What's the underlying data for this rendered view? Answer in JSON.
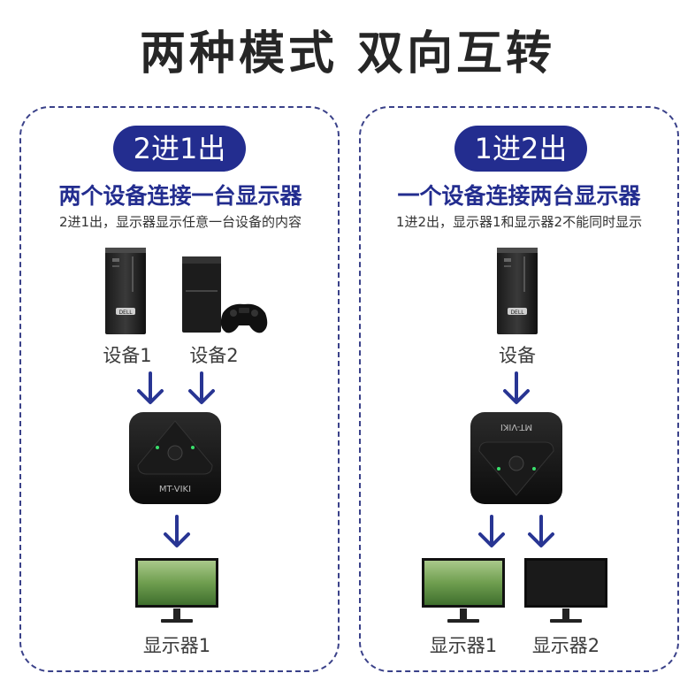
{
  "title": "两种模式 双向互转",
  "modes": [
    {
      "badge": "2进1出",
      "heading": "两个设备连接一台显示器",
      "description": "2进1出，显示器显示任意一台设备的内容",
      "devices": [
        "设备1",
        "设备2"
      ],
      "displays": [
        "显示器1"
      ]
    },
    {
      "badge": "1进2出",
      "heading": "一个设备连接两台显示器",
      "description": "1进2出，显示器1和显示器2不能同时显示",
      "devices": [
        "设备"
      ],
      "displays": [
        "显示器1",
        "显示器2"
      ]
    }
  ],
  "switch_brand": "MT-VIKI",
  "colors": {
    "accent": "#232d8f",
    "dashed_border": "#3a4189",
    "arrow": "#283593",
    "screen_green": "#6f9e4f"
  }
}
